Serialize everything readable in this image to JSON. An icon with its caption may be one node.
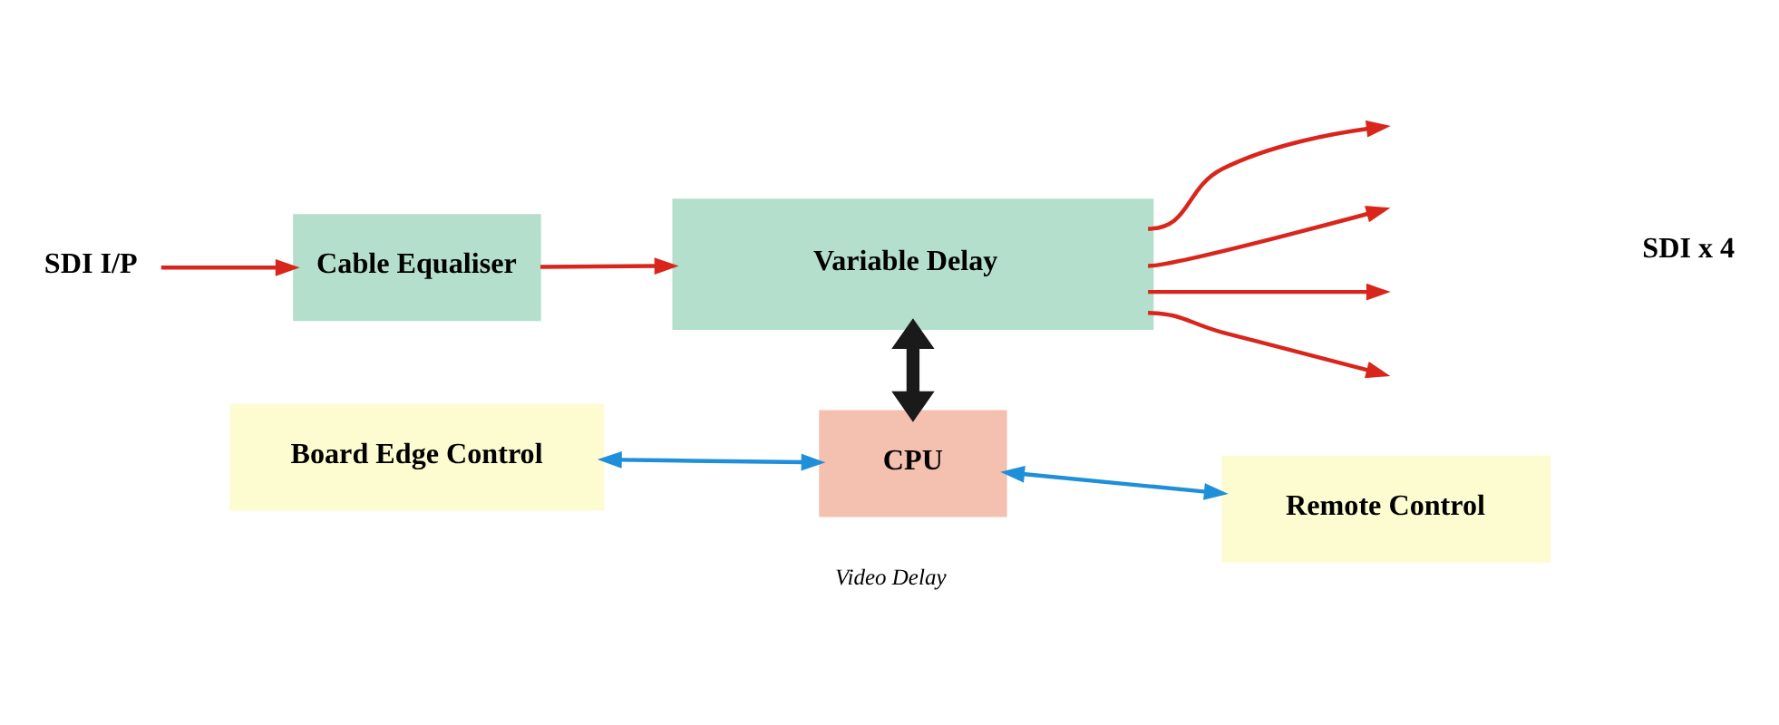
{
  "diagram": {
    "caption": "Video Delay",
    "nodes": [
      {
        "text": [
          "SDI I/P"
        ]
      },
      {
        "text": [
          "Cable Equaliser"
        ]
      },
      {
        "text": [
          "Variable Delay"
        ]
      },
      {
        "text": [
          "Board Edge Control"
        ]
      },
      {
        "text": [
          "CPU"
        ]
      },
      {
        "text": [
          "Remote Control"
        ]
      }
    ],
    "edges": [
      {
        "from": 0,
        "to": 1,
        "arrow": "to",
        "color": "#d9261c"
      },
      {
        "from": 1,
        "to": 2,
        "arrow": "to",
        "color": "#d9261c"
      },
      {
        "from": 2,
        "to": null,
        "arrow": "to",
        "color": "#d9261c"
      },
      {
        "from": 2,
        "to": null,
        "arrow": "to",
        "color": "#d9261c"
      },
      {
        "from": 2,
        "to": null,
        "arrow": "to",
        "color": "#d9261c"
      },
      {
        "from": 2,
        "to": null,
        "arrow": "to",
        "color": "#d9261c"
      },
      {
        "from": 2,
        "to": 4,
        "arrow": "both",
        "style": "thick",
        "color": "#1a1a1a"
      },
      {
        "from": 3,
        "to": 4,
        "arrow": "both",
        "color": "#1e8fd8"
      },
      {
        "from": 4,
        "to": 5,
        "arrow": "both",
        "color": "#1e8fd8"
      }
    ],
    "labels": [
      "SDI x 4"
    ]
  }
}
